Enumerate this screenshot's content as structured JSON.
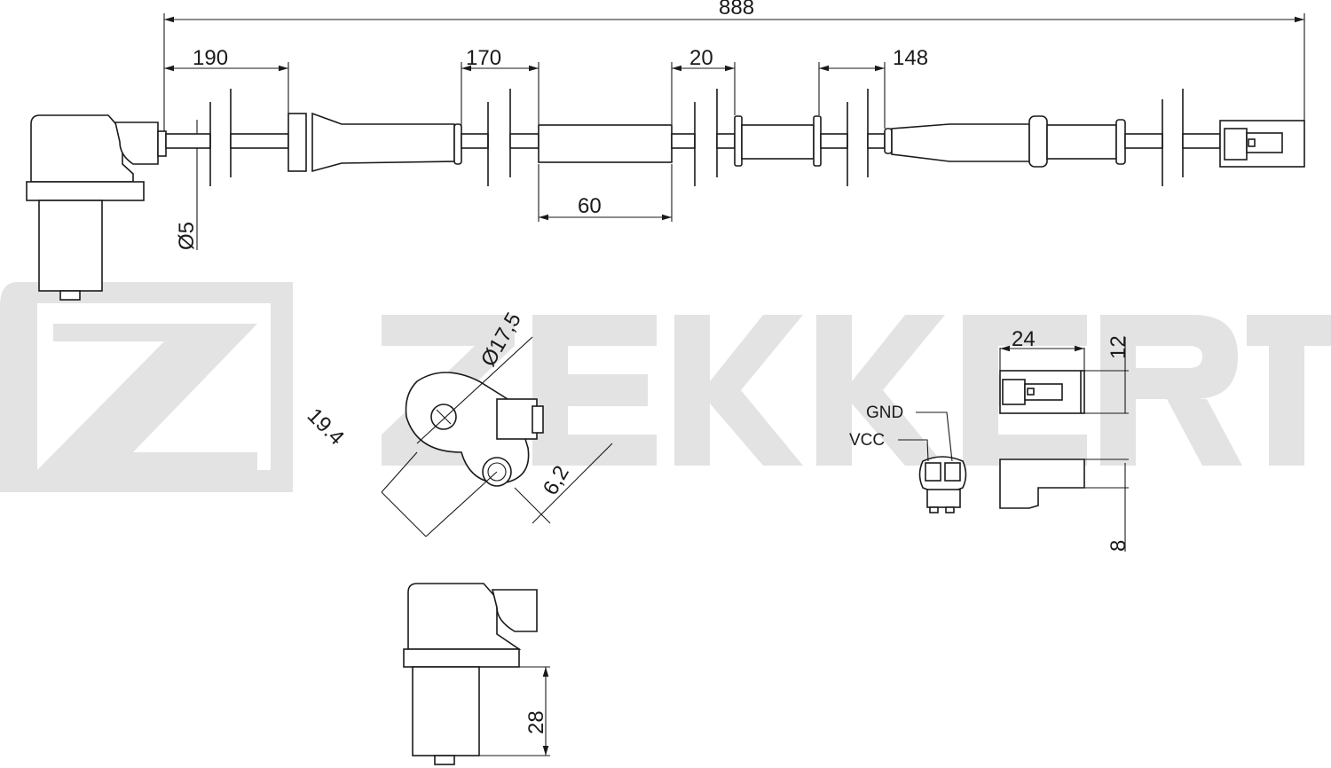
{
  "logo": {
    "text": "ZEKKERT",
    "color": "#e3e3e3"
  },
  "dimensions": {
    "total_length": "888",
    "seg_190": "190",
    "seg_170": "170",
    "seg_20": "20",
    "seg_148": "148",
    "seg_60": "60",
    "cable_diameter": "Ø5",
    "flange_diameter": "Ø17,5",
    "hole_spacing": "19.4",
    "hole_diameter": "6,2",
    "connector_length": "24",
    "connector_height": "12",
    "connector_offset": "8",
    "sensor_height": "28"
  },
  "pins": {
    "gnd": "GND",
    "vcc": "VCC"
  }
}
